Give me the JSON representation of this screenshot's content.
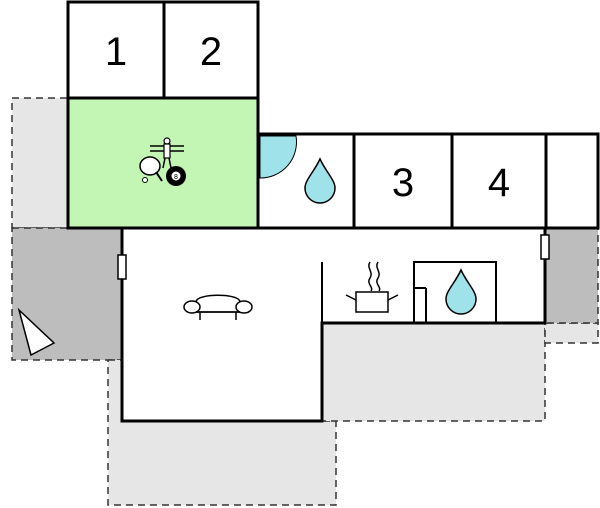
{
  "floor_plan": {
    "rooms": [
      {
        "id": "bedroom-1",
        "label": "1"
      },
      {
        "id": "bedroom-2",
        "label": "2"
      },
      {
        "id": "bedroom-3",
        "label": "3"
      },
      {
        "id": "bedroom-4",
        "label": "4"
      },
      {
        "id": "bathroom-upper",
        "label": ""
      },
      {
        "id": "games-room",
        "label": ""
      },
      {
        "id": "living-room",
        "label": ""
      },
      {
        "id": "kitchen",
        "label": ""
      },
      {
        "id": "bathroom-kitchen",
        "label": ""
      },
      {
        "id": "storage",
        "label": ""
      }
    ],
    "colors": {
      "games_room_fill": "#c3f5b4",
      "water_fill": "#9fe2ea",
      "terrace_light": "#e6e6e6",
      "terrace_dark": "#bdbdbd",
      "wall": "#000000"
    },
    "icons": [
      "table-tennis-icon",
      "foosball-icon",
      "billiard-8-ball-icon",
      "water-drop-icon",
      "sofa-icon",
      "cooking-pot-icon",
      "door-swing-icon",
      "window-icon",
      "compass-icon"
    ],
    "eight_ball_text": "8"
  }
}
